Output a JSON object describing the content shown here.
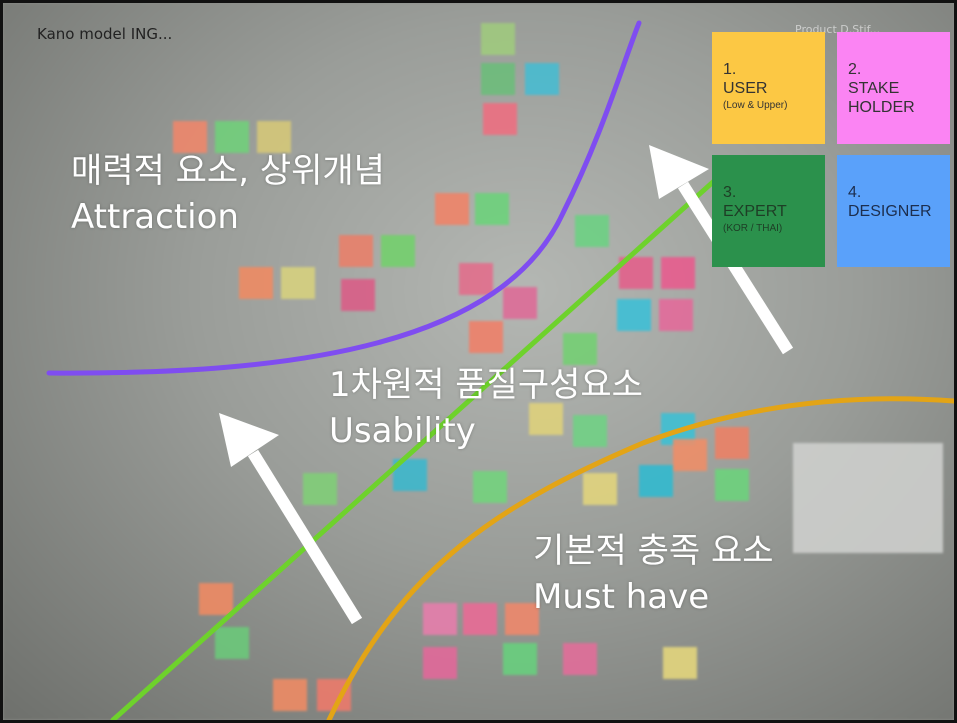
{
  "title": "Kano model ING...",
  "faint_label": "Product D.Stif...",
  "zones": {
    "attraction": {
      "korean": "매력적 요소, 상위개념",
      "english": "Attraction",
      "color": "#7f4df0"
    },
    "usability": {
      "korean": "1차원적 품질구성요소",
      "english": "Usability",
      "color": "#6ed22c"
    },
    "must_have": {
      "korean": "기본적 충족 요소",
      "english": "Must have",
      "color": "#e3a416"
    }
  },
  "legend": [
    {
      "num": "1.",
      "name": [
        "USER"
      ],
      "sub": "(Low & Upper)",
      "color": "#fcc844"
    },
    {
      "num": "2.",
      "name": [
        "STAKE",
        "HOLDER"
      ],
      "sub": "",
      "color": "#fb84f3"
    },
    {
      "num": "3.",
      "name": [
        "EXPERT"
      ],
      "sub": "(KOR / THAI)",
      "color": "#2b914c"
    },
    {
      "num": "4.",
      "name": [
        "DESIGNER"
      ],
      "sub": "",
      "color": "#5aa1fa"
    }
  ],
  "arrow_color": "#ffffff"
}
